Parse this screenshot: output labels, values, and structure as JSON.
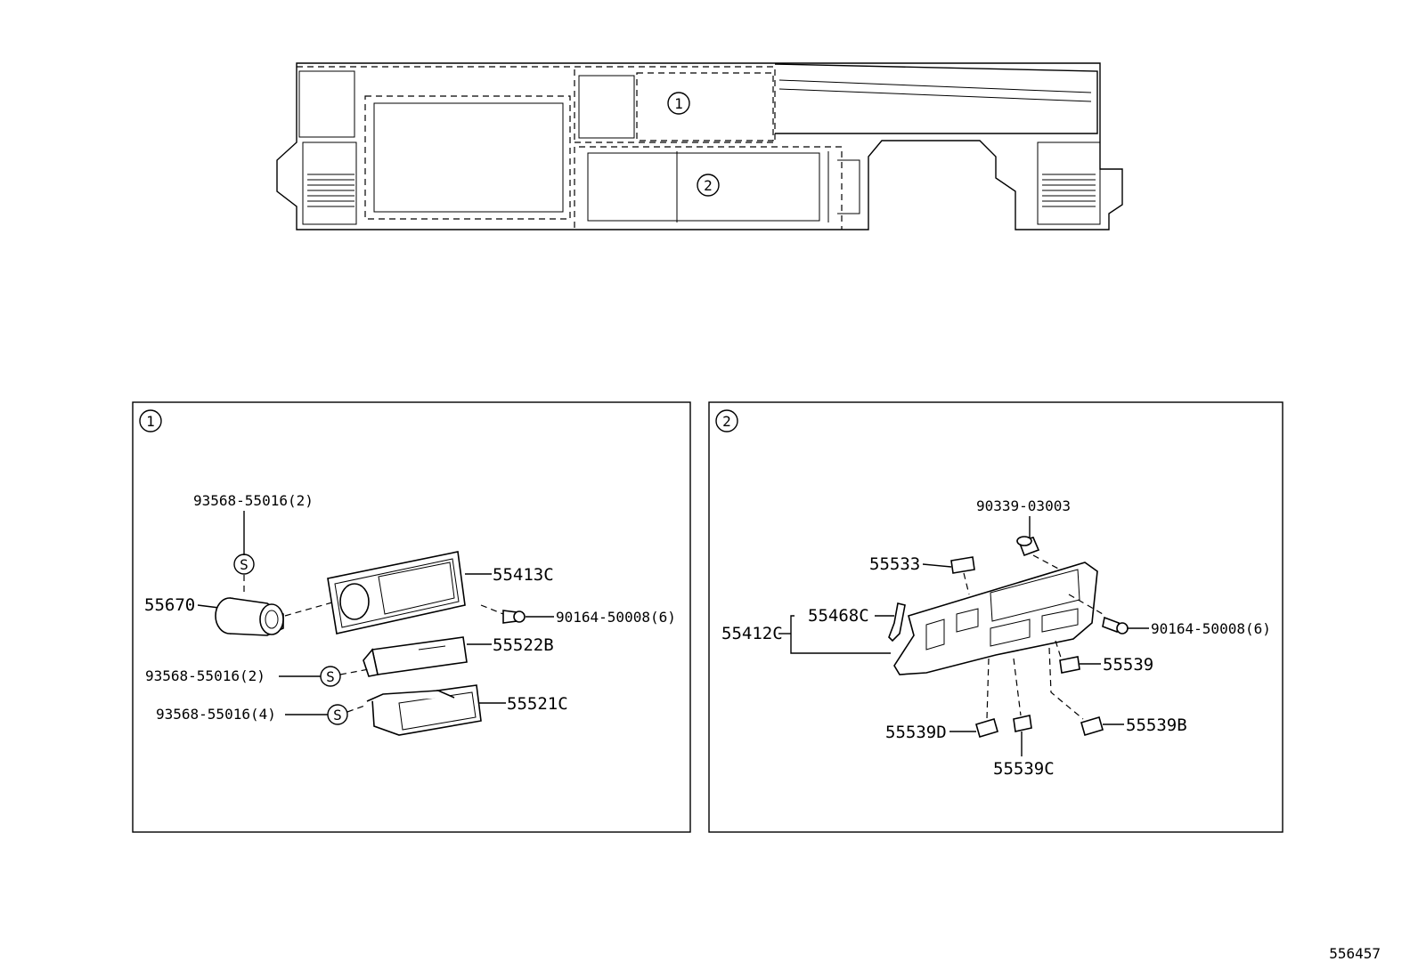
{
  "dashboard": {
    "callout_1": "1",
    "callout_2": "2"
  },
  "panel_1": {
    "marker": "1",
    "labels": {
      "clip_top": "93568-55016(2)",
      "clip_mid": "93568-55016(2)",
      "clip_bottom": "93568-55016(4)",
      "s_mark_1": "S",
      "s_mark_2": "S",
      "s_mark_3": "S",
      "lighter": "55670",
      "bezel": "55413C",
      "screw": "90164-50008(6)",
      "box_cover": "55522B",
      "box": "55521C"
    }
  },
  "panel_2": {
    "marker": "2",
    "labels": {
      "top_screw": "90339-03003",
      "cap": "55533",
      "trim": "55468C",
      "cluster": "55412C",
      "screw": "90164-50008(6)",
      "plug_a": "55539",
      "plug_b": "55539B",
      "plug_c": "55539C",
      "plug_d": "55539D"
    }
  },
  "footer": {
    "diagram_number": "556457"
  }
}
